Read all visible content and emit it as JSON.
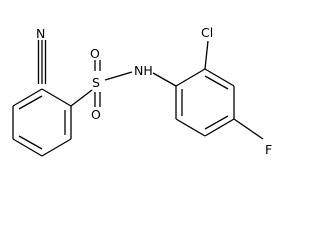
{
  "structure": {
    "atoms": {
      "nitrile_n": "N",
      "sulfur": "S",
      "oxygen_upper": "O",
      "oxygen_lower": "O",
      "amine": "NH",
      "chlorine": "Cl",
      "fluorine": "F"
    }
  },
  "colors": {
    "bond": "#000000",
    "label": "#000000",
    "background": "#ffffff"
  }
}
